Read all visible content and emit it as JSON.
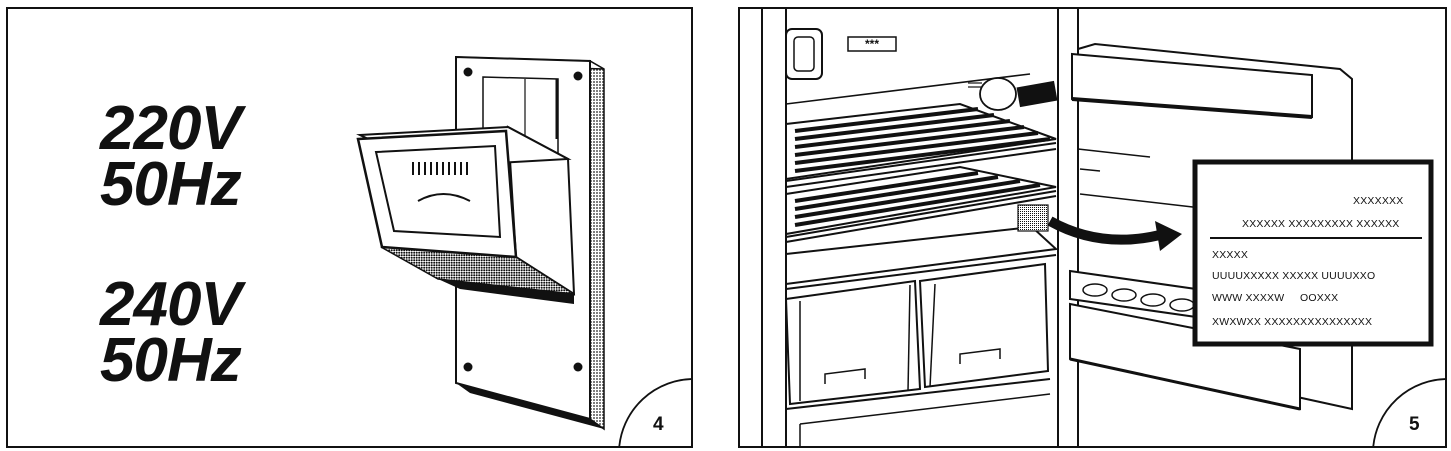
{
  "figure_4": {
    "number": "4",
    "ratings": [
      {
        "voltage": "220V",
        "frequency": "50Hz"
      },
      {
        "voltage": "240V",
        "frequency": "50Hz"
      }
    ]
  },
  "figure_5": {
    "number": "5",
    "freezer_badge": "***",
    "rating_plate": {
      "line1": "XXXXXXX",
      "line2": "XXXXXX XXXXXXXXX XXXXXX",
      "line3": "XXXXX",
      "line4": "UUUUXXXXX XXXXX UUUUXXO",
      "line5": "WWW XXXXW     OOXXX",
      "line6": "XWXWXX XXXXXXXXXXXXXXX"
    }
  }
}
